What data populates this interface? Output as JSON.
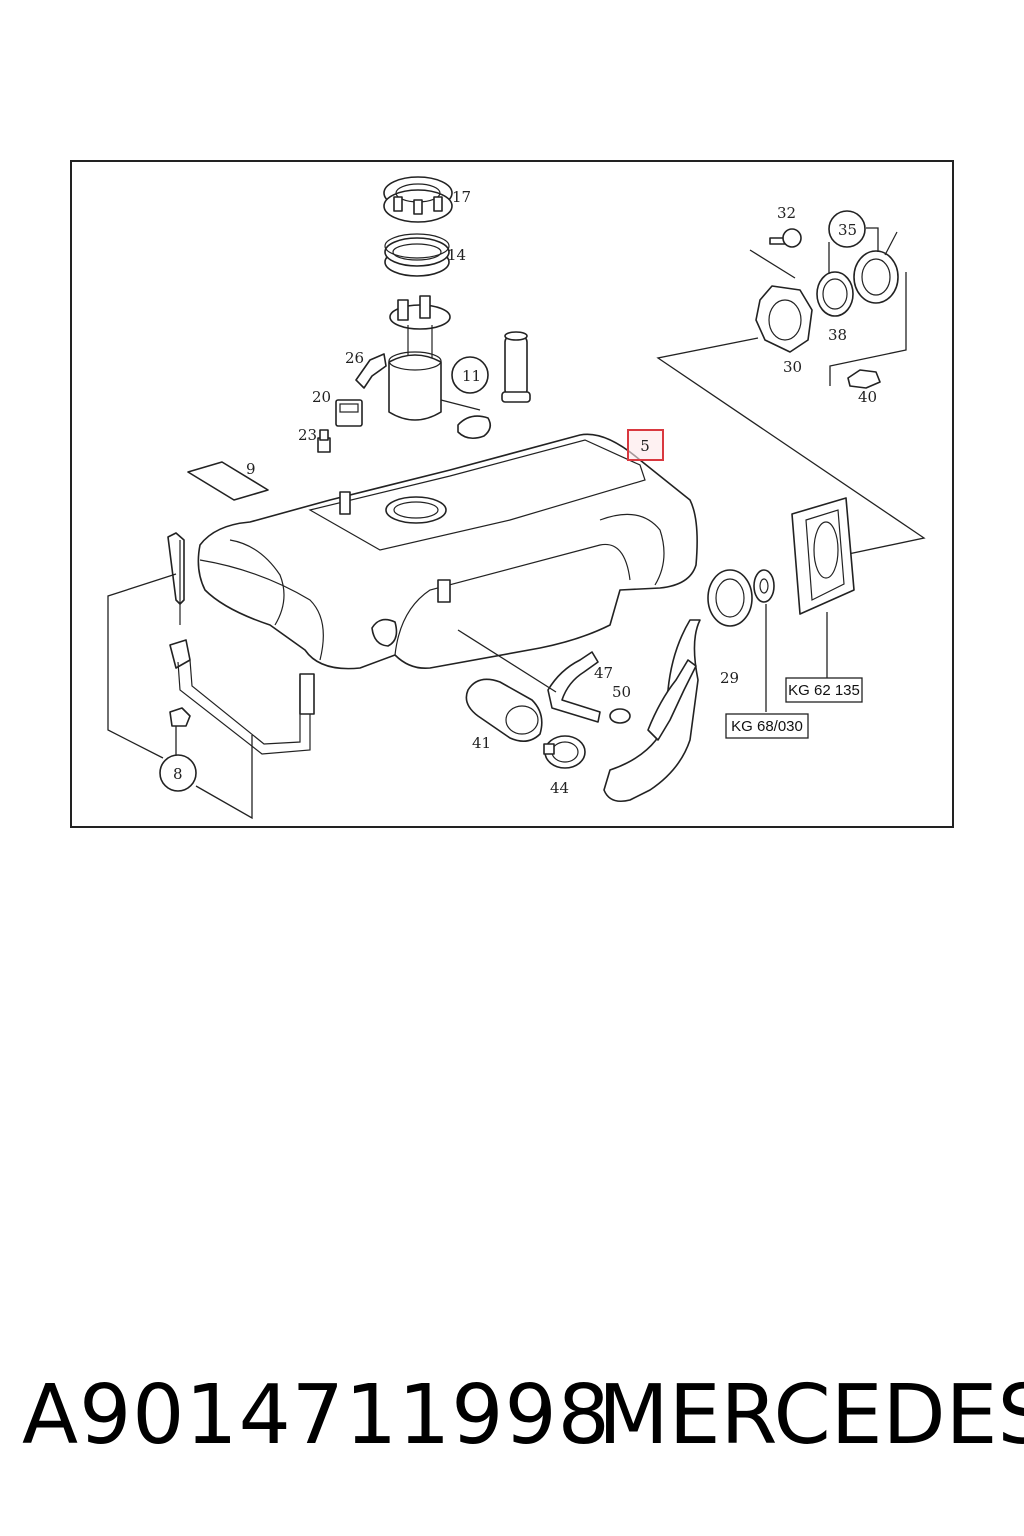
{
  "diagram": {
    "callouts": {
      "c17": "17",
      "c14": "14",
      "c26": "26",
      "c11": "11",
      "c20": "20",
      "c23": "23",
      "c9": "9",
      "c5": "5",
      "c32": "32",
      "c35": "35",
      "c38": "38",
      "c30": "30",
      "c40": "40",
      "c47": "47",
      "c50": "50",
      "c29": "29",
      "c41": "41",
      "c44": "44",
      "c8": "8"
    },
    "references": {
      "kg_62_135": "KG 62 135",
      "kg_68_030": "KG 68/030"
    },
    "highlighted_part": "5",
    "highlight_color": "#d9383f"
  },
  "caption": {
    "part_number": "A9014711998",
    "brand": "MERCEDES"
  }
}
